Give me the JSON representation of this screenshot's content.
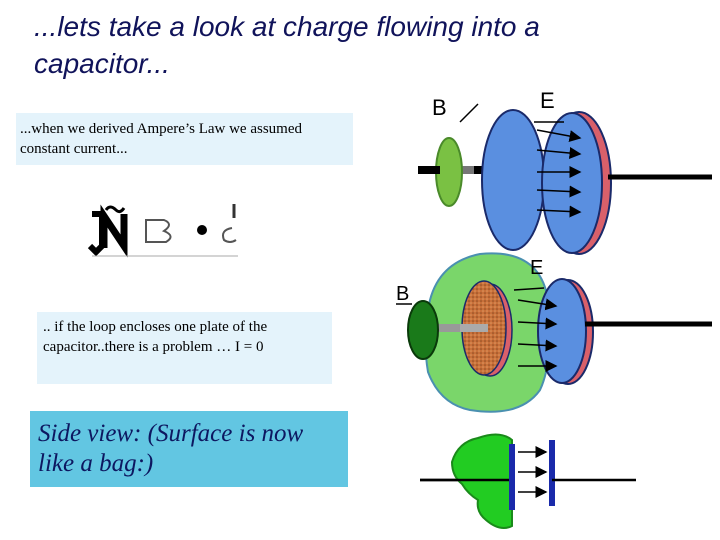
{
  "title": "...lets take a look at charge flowing into a capacitor...",
  "note_ampere": "...when we derived Ampere’s Law we assumed constant current...",
  "note_loop": ".. if the loop encloses one plate of the capacitor..there is a problem … I = 0",
  "side_view": "Side view: (Surface is now like a bag:)",
  "diagram_labels": {
    "b_top": "B",
    "e_top": "E",
    "b_mid": "B",
    "e_mid": "E"
  },
  "colors": {
    "plate_blue": "#5a8fe0",
    "plate_red": "#d9606a",
    "loop_green": "#7ac143",
    "bag_green": "#7ad66a",
    "surface_brown": "#c9743a",
    "side_green": "#22cc22"
  }
}
